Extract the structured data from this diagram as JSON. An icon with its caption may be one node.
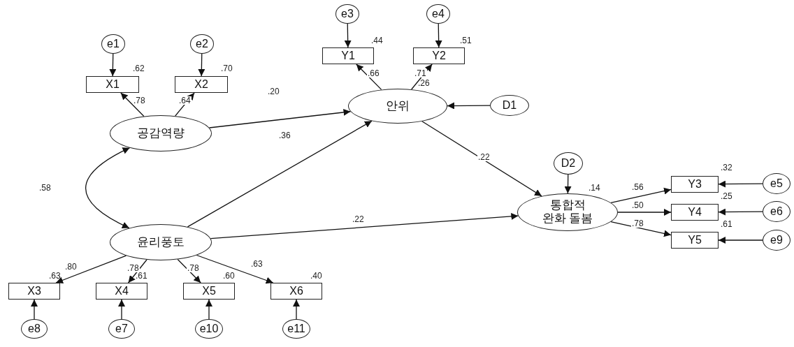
{
  "diagram": {
    "nodes": [
      {
        "text": [
          "e3"
        ]
      },
      {
        "text": [
          "e4"
        ]
      },
      {
        "text": [
          "Y1"
        ],
        "beside": [
          ".44"
        ]
      },
      {
        "text": [
          "Y2"
        ],
        "beside": [
          ".51"
        ]
      },
      {
        "text": [
          "e1"
        ]
      },
      {
        "text": [
          "e2"
        ]
      },
      {
        "text": [
          "X1"
        ],
        "beside": [
          ".62"
        ]
      },
      {
        "text": [
          "X2"
        ],
        "beside": [
          ".70"
        ]
      },
      {
        "text": [
          "안위"
        ],
        "beside": [
          ".26"
        ]
      },
      {
        "text": [
          "D1"
        ]
      },
      {
        "text": [
          "공감역량"
        ]
      },
      {
        "text": [
          "D2"
        ]
      },
      {
        "text": [
          "통합적 완화 돌봄"
        ],
        "beside": [
          ".14"
        ]
      },
      {
        "text": [
          "Y3"
        ],
        "beside": [
          ".32"
        ]
      },
      {
        "text": [
          "e5"
        ]
      },
      {
        "text": [
          "Y4"
        ],
        "beside": [
          ".25"
        ]
      },
      {
        "text": [
          "e6"
        ]
      },
      {
        "text": [
          "Y5"
        ],
        "beside": [
          ".61"
        ]
      },
      {
        "text": [
          "e9"
        ]
      },
      {
        "text": [
          "윤리풍토"
        ]
      },
      {
        "text": [
          "X3"
        ],
        "beside": [
          ".63"
        ]
      },
      {
        "text": [
          "X4"
        ],
        "beside": [
          ".61"
        ]
      },
      {
        "text": [
          "X5"
        ],
        "beside": [
          ".60"
        ]
      },
      {
        "text": [
          "X6"
        ],
        "beside": [
          ".40"
        ]
      },
      {
        "text": [
          "e8"
        ]
      },
      {
        "text": [
          "e7"
        ]
      },
      {
        "text": [
          "e10"
        ]
      },
      {
        "text": [
          "e11"
        ]
      }
    ],
    "edges": [
      {
        "from": 4,
        "to": 6,
        "arrow": "to"
      },
      {
        "from": 5,
        "to": 7,
        "arrow": "to"
      },
      {
        "from": 0,
        "to": 2,
        "arrow": "to"
      },
      {
        "from": 1,
        "to": 3,
        "arrow": "to"
      },
      {
        "from": 10,
        "to": 6,
        "arrow": "to",
        "label": ".78"
      },
      {
        "from": 10,
        "to": 7,
        "arrow": "to",
        "label": ".64"
      },
      {
        "from": 8,
        "to": 2,
        "arrow": "to",
        "label": ".66"
      },
      {
        "from": 8,
        "to": 3,
        "arrow": "to",
        "label": ".71"
      },
      {
        "from": 10,
        "to": 8,
        "arrow": "to",
        "label": ".20"
      },
      {
        "from": 9,
        "to": 8,
        "arrow": "to"
      },
      {
        "from": 10,
        "to": 19,
        "arrow": "both",
        "label": ".58"
      },
      {
        "from": 19,
        "to": 8,
        "arrow": "to",
        "label": ".36"
      },
      {
        "from": 19,
        "to": 12,
        "arrow": "to",
        "label": ".22"
      },
      {
        "from": 8,
        "to": 12,
        "arrow": "to",
        "label": ".22"
      },
      {
        "from": 11,
        "to": 12,
        "arrow": "to"
      },
      {
        "from": 12,
        "to": 13,
        "arrow": "to",
        "label": ".56"
      },
      {
        "from": 12,
        "to": 15,
        "arrow": "to",
        "label": ".50"
      },
      {
        "from": 12,
        "to": 17,
        "arrow": "to",
        "label": ".78"
      },
      {
        "from": 14,
        "to": 13,
        "arrow": "to"
      },
      {
        "from": 16,
        "to": 15,
        "arrow": "to"
      },
      {
        "from": 18,
        "to": 17,
        "arrow": "to"
      },
      {
        "from": 19,
        "to": 20,
        "arrow": "to",
        "label": ".80"
      },
      {
        "from": 19,
        "to": 21,
        "arrow": "to",
        "label": ".78"
      },
      {
        "from": 19,
        "to": 22,
        "arrow": "to",
        "label": ".78"
      },
      {
        "from": 19,
        "to": 23,
        "arrow": "to",
        "label": ".63"
      },
      {
        "from": 24,
        "to": 20,
        "arrow": "to"
      },
      {
        "from": 25,
        "to": 21,
        "arrow": "to"
      },
      {
        "from": 26,
        "to": 22,
        "arrow": "to"
      },
      {
        "from": 27,
        "to": 23,
        "arrow": "to"
      }
    ]
  }
}
